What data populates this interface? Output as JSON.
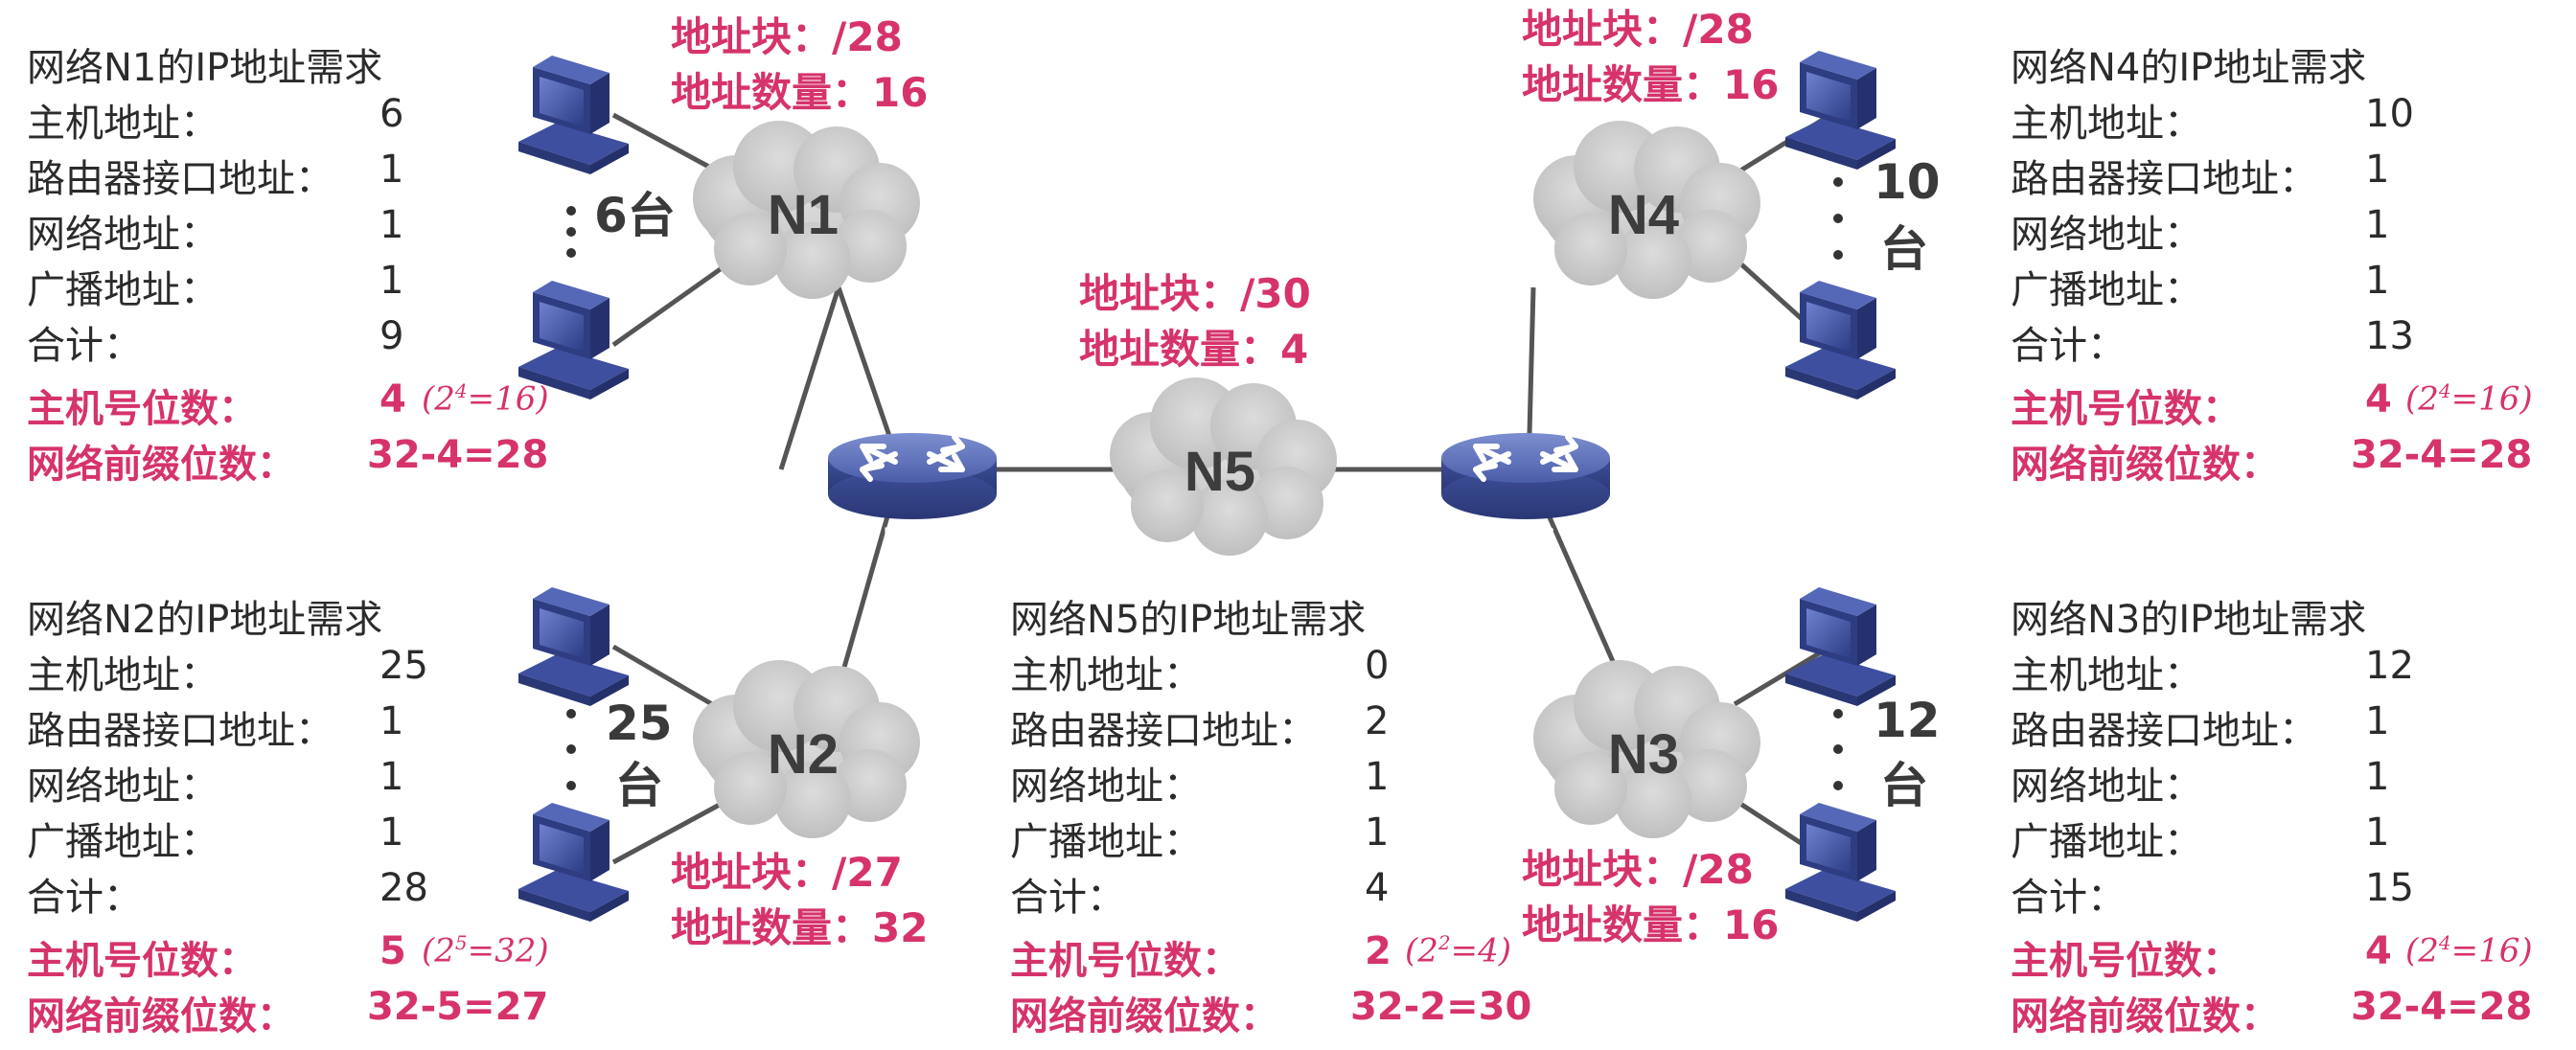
{
  "clouds": {
    "N1": "N1",
    "N2": "N2",
    "N3": "N3",
    "N4": "N4",
    "N5": "N5"
  },
  "routers": {
    "left": "ROUTER",
    "right": "ROUTER"
  },
  "host_counts": {
    "N1": "6台",
    "N2_num": "25",
    "N2_unit": "台",
    "N3_num": "12",
    "N3_unit": "台",
    "N4_num": "10",
    "N4_unit": "台"
  },
  "blocks": {
    "N1": {
      "block": "地址块：/28",
      "count": "地址数量：16"
    },
    "N4": {
      "block": "地址块：/28",
      "count": "地址数量：16"
    },
    "N5": {
      "block": "地址块：/30",
      "count": "地址数量：4"
    },
    "N2": {
      "block": "地址块：/27",
      "count": "地址数量：32"
    },
    "N3": {
      "block": "地址块：/28",
      "count": "地址数量：16"
    }
  },
  "labels": {
    "host_addr": "主机地址：",
    "router_if": "路由器接口地址：",
    "net_addr": "网络地址：",
    "bcast_addr": "广播地址：",
    "total": "合计：",
    "host_bits": "主机号位数：",
    "prefix_bits": "网络前缀位数："
  },
  "requirements": {
    "N1": {
      "title": "网络N1的IP地址需求",
      "host": "6",
      "router": "1",
      "net": "1",
      "bcast": "1",
      "total": "9",
      "host_bits": "4",
      "note_base": "(2",
      "note_exp": "4",
      "note_rest": "=16)",
      "prefix": "32-4=28"
    },
    "N2": {
      "title": "网络N2的IP地址需求",
      "host": "25",
      "router": "1",
      "net": "1",
      "bcast": "1",
      "total": "28",
      "host_bits": "5",
      "note_base": "(2",
      "note_exp": "5",
      "note_rest": "=32)",
      "prefix": "32-5=27"
    },
    "N5": {
      "title": "网络N5的IP地址需求",
      "host": "0",
      "router": "2",
      "net": "1",
      "bcast": "1",
      "total": "4",
      "host_bits": "2",
      "note_base": "(2",
      "note_exp": "2",
      "note_rest": "=4)",
      "prefix": "32-2=30"
    },
    "N4": {
      "title": "网络N4的IP地址需求",
      "host": "10",
      "router": "1",
      "net": "1",
      "bcast": "1",
      "total": "13",
      "host_bits": "4",
      "note_base": "(2",
      "note_exp": "4",
      "note_rest": "=16)",
      "prefix": "32-4=28"
    },
    "N3": {
      "title": "网络N3的IP地址需求",
      "host": "12",
      "router": "1",
      "net": "1",
      "bcast": "1",
      "total": "15",
      "host_bits": "4",
      "note_base": "(2",
      "note_exp": "4",
      "note_rest": "=16)",
      "prefix": "32-4=28"
    }
  },
  "colors": {
    "highlight": "#d6336c",
    "cloud": "#c9c9c9",
    "router": "#4a5aa8",
    "pc": "#3e4fa0",
    "text": "#2b2b2b"
  }
}
